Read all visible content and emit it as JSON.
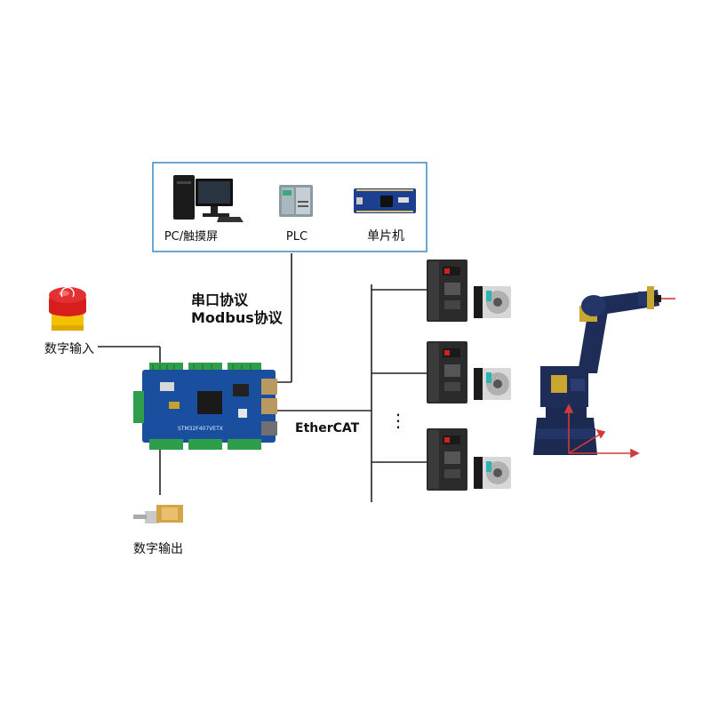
{
  "top_panel": {
    "devices": [
      {
        "label": "PC/触摸屏",
        "icon": "pc-monitor-icon"
      },
      {
        "label": "PLC",
        "icon": "plc-icon"
      },
      {
        "label": "单片机",
        "icon": "microcontroller-board-icon"
      }
    ],
    "border_color": "#4a90c8"
  },
  "protocol": {
    "line1": "串口协议",
    "line2": "Modbus协议"
  },
  "ethercat_label": "EtherCAT",
  "digital_input_label": "数字输入",
  "digital_output_label": "数字输出",
  "ellipsis": "⋮",
  "controller_board": {
    "chip_text": "STM32F407VETX",
    "board_color": "#1a4fa0",
    "terminal_color": "#2e9e4a"
  },
  "servo_count_shown": 3,
  "icons": {
    "emergency_stop": "emergency-stop-button-icon",
    "solenoid": "solenoid-valve-icon",
    "servo_drive": "servo-drive-icon",
    "servo_motor": "servo-motor-icon",
    "robot_arm": "robot-arm-icon"
  }
}
